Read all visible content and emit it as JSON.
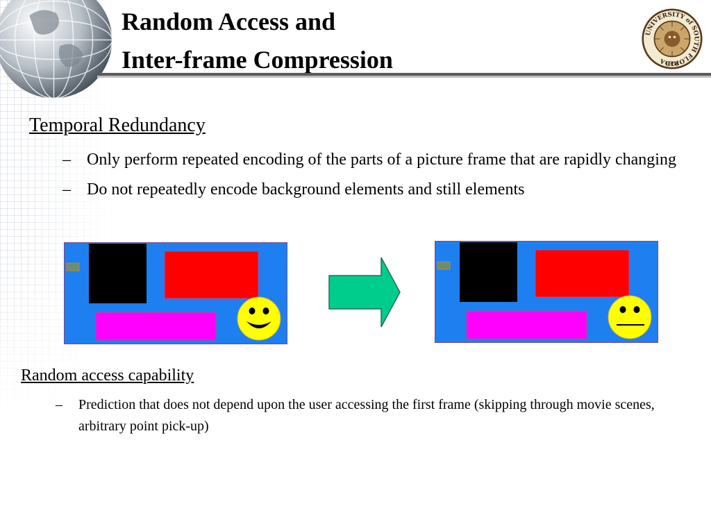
{
  "title": {
    "line1": "Random Access and",
    "line2": "Inter-frame Compression"
  },
  "seal": {
    "text": "UNIVERSITY of SOUTH FLORIDA",
    "year": "1956"
  },
  "sections": [
    {
      "heading": "Temporal Redundancy",
      "bullets": [
        "Only perform repeated encoding of the parts of a picture frame that are rapidly changing",
        "Do not repeatedly encode background elements and still elements"
      ]
    },
    {
      "heading": "Random access capability",
      "bullets": [
        "Prediction that does not depend upon the user accessing the first frame (skipping through movie scenes, arbitrary point pick-up)"
      ]
    }
  ],
  "bullet_marker": "–",
  "colors": {
    "frame_background": "#1e7ff0",
    "black_block": "#000000",
    "red_block": "#ff0000",
    "magenta_block": "#ff00ff",
    "small_block": "#6b8f6b",
    "smiley": "#ffff00",
    "arrow": "#00cc8c",
    "title_rule": "#5a5a5a"
  },
  "icons": {
    "globe": "globe-icon",
    "seal": "university-seal-icon",
    "smiley_frame1": "smiling-face-icon",
    "smiley_frame2": "neutral-face-icon",
    "arrow": "right-arrow-icon"
  }
}
